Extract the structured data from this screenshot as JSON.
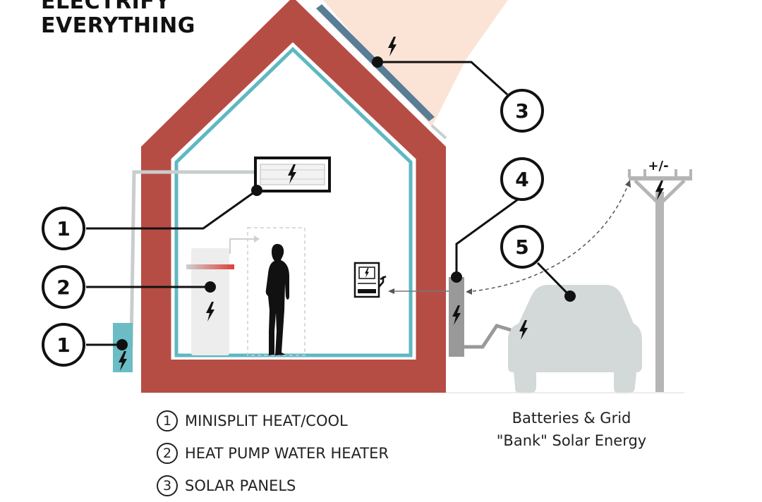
{
  "title": [
    "ELECTRIFY",
    "EVERYTHING"
  ],
  "callouts": [
    "1",
    "1",
    "2",
    "3",
    "4",
    "5"
  ],
  "grid_label": "+/-",
  "legend": [
    {
      "num": "1",
      "label": "MINISPLIT HEAT/COOL"
    },
    {
      "num": "2",
      "label": "HEAT PUMP WATER HEATER"
    },
    {
      "num": "3",
      "label": "SOLAR PANELS"
    }
  ],
  "caption": [
    "Batteries & Grid",
    "\"Bank\" Solar Energy"
  ],
  "colors": {
    "house_wall": "#b64d45",
    "inner_line": "#5fb8c2",
    "solar_panel": "#5a7d96",
    "sun_ray": "#fbe4d6",
    "car_grey": "#d3d8d8",
    "battery_grey": "#999999",
    "heater_red": "#e0403a",
    "outdoor_unit": "#6bbcc4"
  },
  "icons": [
    "lightning-bolt-icon",
    "person-silhouette-icon",
    "ev-charger-icon",
    "car-icon",
    "utility-pole-icon"
  ]
}
